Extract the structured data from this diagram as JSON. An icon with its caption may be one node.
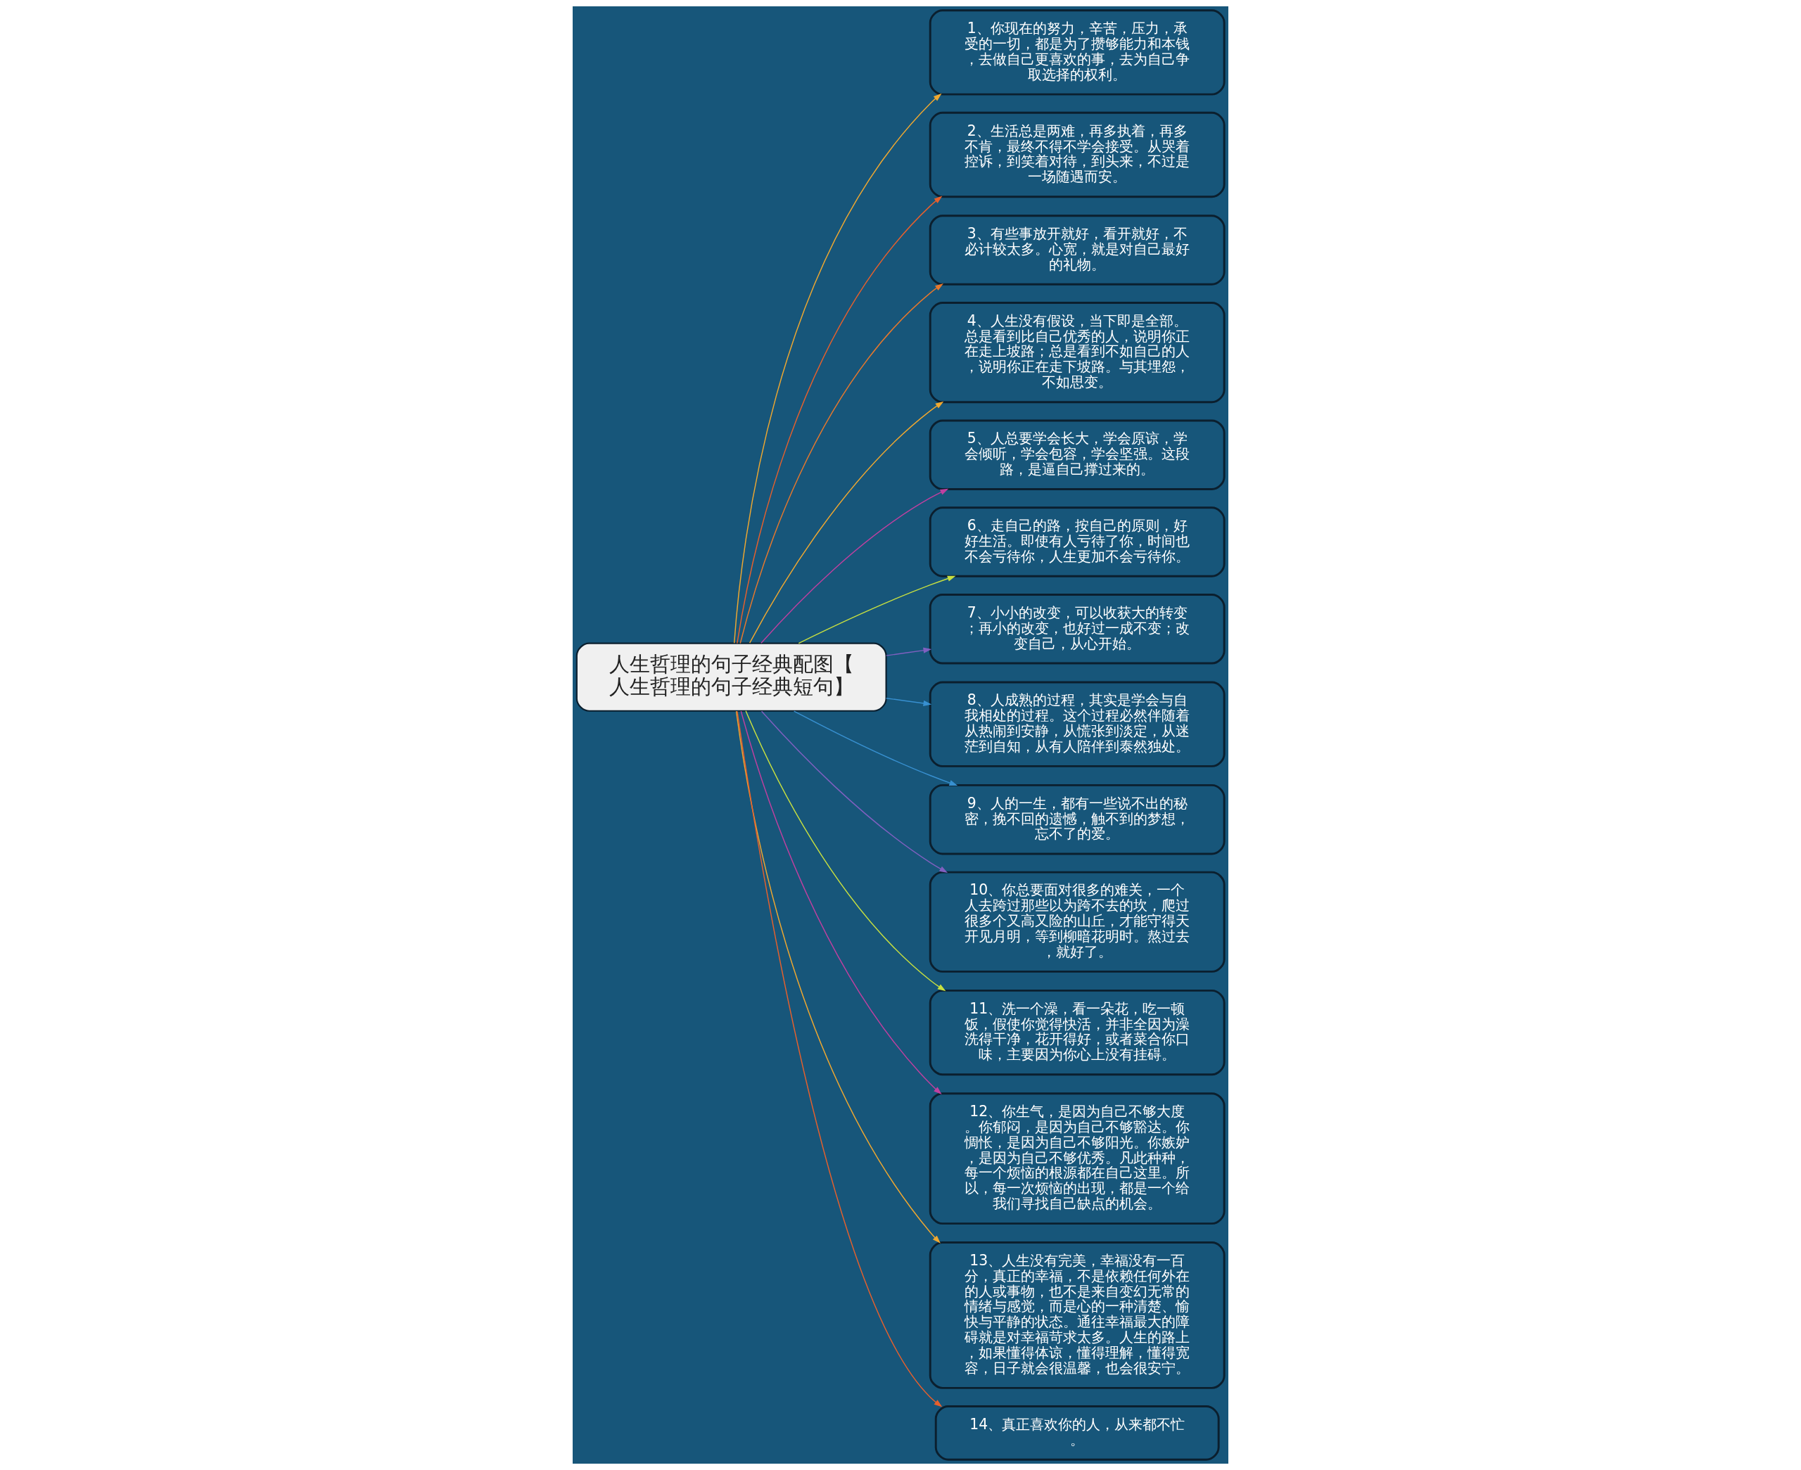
{
  "diagram": {
    "nodes": [
      {
        "text": [
          "人生哲理的句子经典配图【人生哲理的句子经典短句】"
        ]
      },
      {
        "text": [
          "1、你现在的努力，辛苦，压力，承受的一切，都是为了攒够能力和本钱，去做自己更喜欢的事，去为自己争取选择的权利。"
        ]
      },
      {
        "text": [
          "2、生活总是两难，再多执着，再多不肯，最终不得不学会接受。从哭着控诉，到笑着对待，到头来，不过是一场随遇而安。"
        ]
      },
      {
        "text": [
          "3、有些事放开就好，看开就好，不必计较太多。心宽，就是对自己最好的礼物。"
        ]
      },
      {
        "text": [
          "4、人生没有假设，当下即是全部。总是看到比自己优秀的人，说明你正在走上坡路；总是看到不如自己的人，说明你正在走下坡路。与其埋怨，不如思变。"
        ]
      },
      {
        "text": [
          "5、人总要学会长大，学会原谅，学会倾听，学会包容，学会坚强。这段路，是逼自己撑过来的。"
        ]
      },
      {
        "text": [
          "6、走自己的路，按自己的原则，好好生活。即使有人亏待了你，时间也不会亏待你，人生更加不会亏待你。"
        ]
      },
      {
        "text": [
          "7、小小的改变，可以收获大的转变；再小的改变，也好过一成不变；改变自己，从心开始。"
        ]
      },
      {
        "text": [
          "8、人成熟的过程，其实是学会与自我相处的过程。这个过程必然伴随着从热闹到安静，从慌张到淡定，从迷茫到自知，从有人陪伴到泰然独处。"
        ]
      },
      {
        "text": [
          "9、人的一生，都有一些说不出的秘密，挽不回的遗憾，触不到的梦想，忘不了的爱。"
        ]
      },
      {
        "text": [
          "10、你总要面对很多的难关，一个人去跨过那些以为跨不去的坎，爬过很多个又高又险的山丘，才能守得天开见月明，等到柳暗花明时。熬过去，就好了。"
        ]
      },
      {
        "text": [
          "11、洗一个澡，看一朵花，吃一顿饭，假使你觉得快活，并非全因为澡洗得干净，花开得好，或者菜合你口味，主要因为你心上没有挂碍。"
        ]
      },
      {
        "text": [
          "12、你生气，是因为自己不够大度。你郁闷，是因为自己不够豁达。你惆怅，是因为自己不够阳光。你嫉妒，是因为自己不够优秀。凡此种种，每一个烦恼的根源都在自己这里。所以，每一次烦恼的出现，都是一个给我们寻找自己缺点的机会。"
        ]
      },
      {
        "text": [
          "13、人生没有完美，幸福没有一百分，真正的幸福，不是依赖任何外在的人或事物，也不是来自变幻无常的情绪与感觉，而是心的一种清楚、愉快与平静的状态。通往幸福最大的障碍就是对幸福苛求太多。人生的路上，如果懂得体谅，懂得理解，懂得宽容，日子就会很温馨，也会很安宁。"
        ]
      },
      {
        "text": [
          "14、真正喜欢你的人，从来都不忙。"
        ]
      }
    ],
    "edges": [
      {
        "from": 0,
        "to": 1,
        "arrow": "to",
        "color": "#f0a830"
      },
      {
        "from": 0,
        "to": 2,
        "arrow": "to",
        "color": "#e8602c"
      },
      {
        "from": 0,
        "to": 3,
        "arrow": "to",
        "color": "#e8782c"
      },
      {
        "from": 0,
        "to": 4,
        "arrow": "to",
        "color": "#f0a830"
      },
      {
        "from": 0,
        "to": 5,
        "arrow": "to",
        "color": "#c040a0"
      },
      {
        "from": 0,
        "to": 6,
        "arrow": "to",
        "color": "#c8e040"
      },
      {
        "from": 0,
        "to": 7,
        "arrow": "to",
        "color": "#8060c0"
      },
      {
        "from": 0,
        "to": 8,
        "arrow": "to",
        "color": "#3890d0"
      },
      {
        "from": 0,
        "to": 9,
        "arrow": "to",
        "color": "#3890d0"
      },
      {
        "from": 0,
        "to": 10,
        "arrow": "to",
        "color": "#8060c0"
      },
      {
        "from": 0,
        "to": 11,
        "arrow": "to",
        "color": "#c8e040"
      },
      {
        "from": 0,
        "to": 12,
        "arrow": "to",
        "color": "#c040a0"
      },
      {
        "from": 0,
        "to": 13,
        "arrow": "to",
        "color": "#f0a830"
      },
      {
        "from": 0,
        "to": 14,
        "arrow": "to",
        "color": "#e8602c"
      }
    ]
  }
}
